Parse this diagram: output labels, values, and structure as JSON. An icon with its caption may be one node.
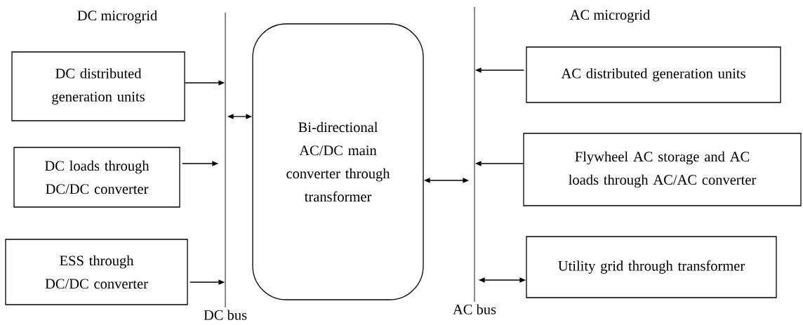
{
  "diagram": {
    "nodes": [
      {
        "text": [
          "DC distributed generation units"
        ]
      },
      {
        "text": [
          "DC loads through DC/DC converter"
        ]
      },
      {
        "text": [
          "ESS through DC/DC converter"
        ]
      },
      {
        "text": [
          "DC bus"
        ]
      },
      {
        "text": [
          "Bi-directional AC/DC main converter through transformer"
        ]
      },
      {
        "text": [
          "AC bus"
        ]
      },
      {
        "text": [
          "AC distributed generation units"
        ]
      },
      {
        "text": [
          "Flywheel AC storage and AC loads through AC/AC converter"
        ]
      },
      {
        "text": [
          "Utility grid through transformer"
        ]
      }
    ],
    "edges": [
      {
        "from": 0,
        "to": 3,
        "arrow": "to"
      },
      {
        "from": 1,
        "to": 3,
        "arrow": "to"
      },
      {
        "from": 2,
        "to": 3,
        "arrow": "to"
      },
      {
        "from": 3,
        "to": 4,
        "arrow": "both"
      },
      {
        "from": 4,
        "to": 5,
        "arrow": "both"
      },
      {
        "from": 6,
        "to": 5,
        "arrow": "to"
      },
      {
        "from": 7,
        "to": 5,
        "arrow": "to"
      },
      {
        "from": 8,
        "to": 5,
        "arrow": "both"
      }
    ],
    "labels": [
      "DC microgrid",
      "AC microgrid"
    ]
  }
}
